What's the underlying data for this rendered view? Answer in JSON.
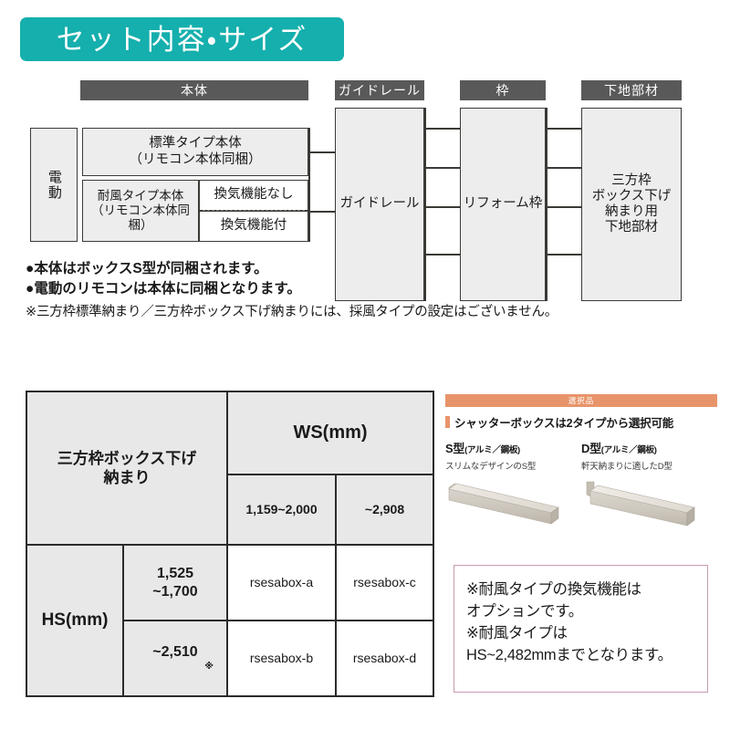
{
  "title": {
    "text": "セット内容・サイズ",
    "bg_color": "#15afad"
  },
  "diagram": {
    "column_headers": [
      {
        "label": "本体"
      },
      {
        "label": "ガイドレール"
      },
      {
        "label": "枠"
      },
      {
        "label": "下地部材"
      }
    ],
    "drive": {
      "label": "電動"
    },
    "body_types": [
      {
        "label": "標準タイプ本体\n（リモコン本体同梱）"
      },
      {
        "label": "耐風タイプ本体\n（リモコン本体同梱）"
      }
    ],
    "vent_options": [
      {
        "label": "換気機能なし"
      },
      {
        "label": "換気機能付"
      }
    ],
    "guide_rail": {
      "label": "ガイドレール"
    },
    "frame": {
      "label": "リフォーム枠"
    },
    "substrate": {
      "label": "三方枠\nボックス下げ\n納まり用\n下地部材"
    },
    "notes": [
      "●本体はボックスS型が同梱されます。",
      "●電動のリモコンは本体に同梱となります。"
    ],
    "footnote": "※三方枠標準納まり／三方枠ボックス下げ納まりには、採風タイプの設定はございません。"
  },
  "spec_table": {
    "corner_label": "三方枠ボックス下げ\n納まり",
    "ws_header": "WS(mm)",
    "ws_columns": [
      "1,159~2,000",
      "~2,908"
    ],
    "hs_header": "HS(mm)",
    "rows": [
      {
        "hs_range": "1,525\n~1,700",
        "hs_mark": "",
        "values": [
          "rsesabox-a",
          "rsesabox-c"
        ]
      },
      {
        "hs_range": "~2,510",
        "hs_mark": "※",
        "values": [
          "rsesabox-b",
          "rsesabox-d"
        ]
      }
    ]
  },
  "option_panel": {
    "banner": "選択品",
    "banner_color": "#e8946a",
    "subtitle": "シャッターボックスは2タイプから選択可能",
    "types": [
      {
        "name": "S型",
        "material": "(アルミ／鋼板)",
        "desc": "スリムなデザインのS型"
      },
      {
        "name": "D型",
        "material": "(アルミ／鋼板)",
        "desc": "軒天納まりに適したD型"
      }
    ]
  },
  "caution": {
    "border_color": "#c79ab2",
    "lines": [
      "※耐風タイプの換気機能は",
      "オプションです。",
      "※耐風タイプは",
      "HS~2,482mmまでとなります。"
    ]
  }
}
